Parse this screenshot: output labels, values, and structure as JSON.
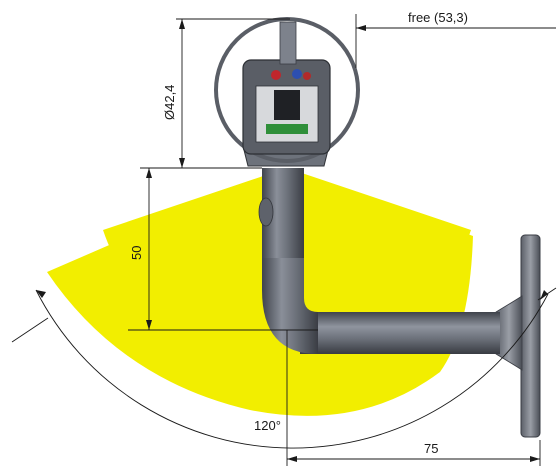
{
  "diagram": {
    "labels": {
      "free_clearance": "free (53,3)",
      "diameter": "Ø42,4",
      "height": "50",
      "angle": "120°",
      "reach": "75"
    },
    "colors": {
      "sector": "#f2ee00",
      "pipe_dark": "#4a4e57",
      "pipe_mid": "#7d828c",
      "pipe_light": "#b4b8bf",
      "dimension_lines": "#1a1a1a",
      "background": "#ffffff"
    }
  }
}
